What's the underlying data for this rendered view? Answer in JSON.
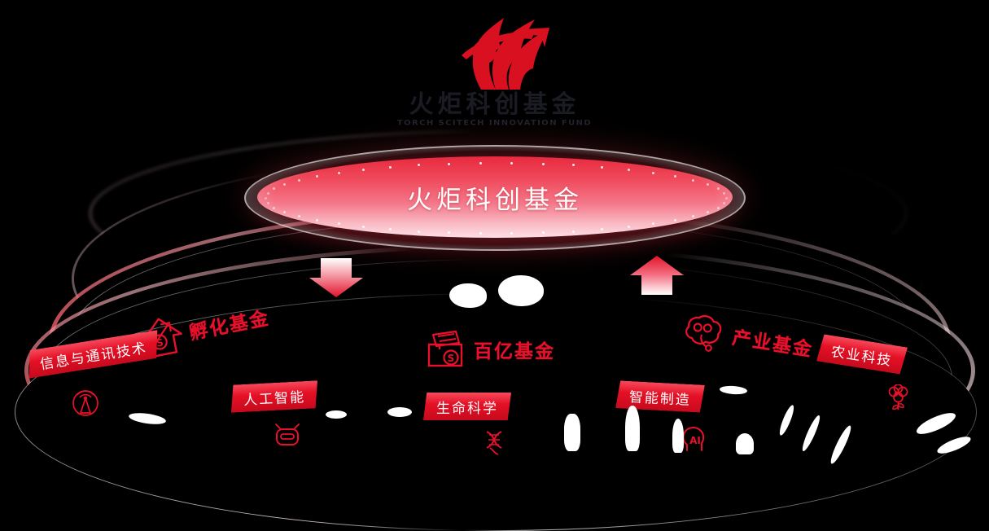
{
  "logo": {
    "icon": "torch-flame-arrow-mark",
    "title_cn": "火炬科创基金",
    "title_en": "TORCH SCITECH INNOVATION FUND"
  },
  "core": {
    "label": "火炬科创基金",
    "accent": "#e8293e"
  },
  "flow": {
    "down_arrow": "arrow-down",
    "up_arrow": "arrow-up"
  },
  "funds": [
    {
      "id": "incubation",
      "label": "孵化基金",
      "icon": "house-arrow-dollar-icon",
      "color": "#e8102a"
    },
    {
      "id": "hundred",
      "label": "百亿基金",
      "icon": "wallet-dollar-icon",
      "color": "#e8102a"
    },
    {
      "id": "industry",
      "label": "产业基金",
      "icon": "brain-icon",
      "color": "#e8102a"
    }
  ],
  "sectors": [
    {
      "id": "ict",
      "label": "信息与通讯技术",
      "icon": "signal-tower-icon"
    },
    {
      "id": "ai",
      "label": "人工智能",
      "icon": "robot-head-icon"
    },
    {
      "id": "life",
      "label": "生命科学",
      "icon": "dna-helix-icon"
    },
    {
      "id": "mfg",
      "label": "智能制造",
      "icon": "ai-head-icon"
    },
    {
      "id": "agri",
      "label": "农业科技",
      "icon": "flower-plant-icon"
    }
  ],
  "theme": {
    "background": "#000000",
    "brand_red": "#e8102a",
    "banner_red": "#e00f24",
    "disc_top": "#e8293e",
    "disc_bottom": "#fddfe4"
  }
}
